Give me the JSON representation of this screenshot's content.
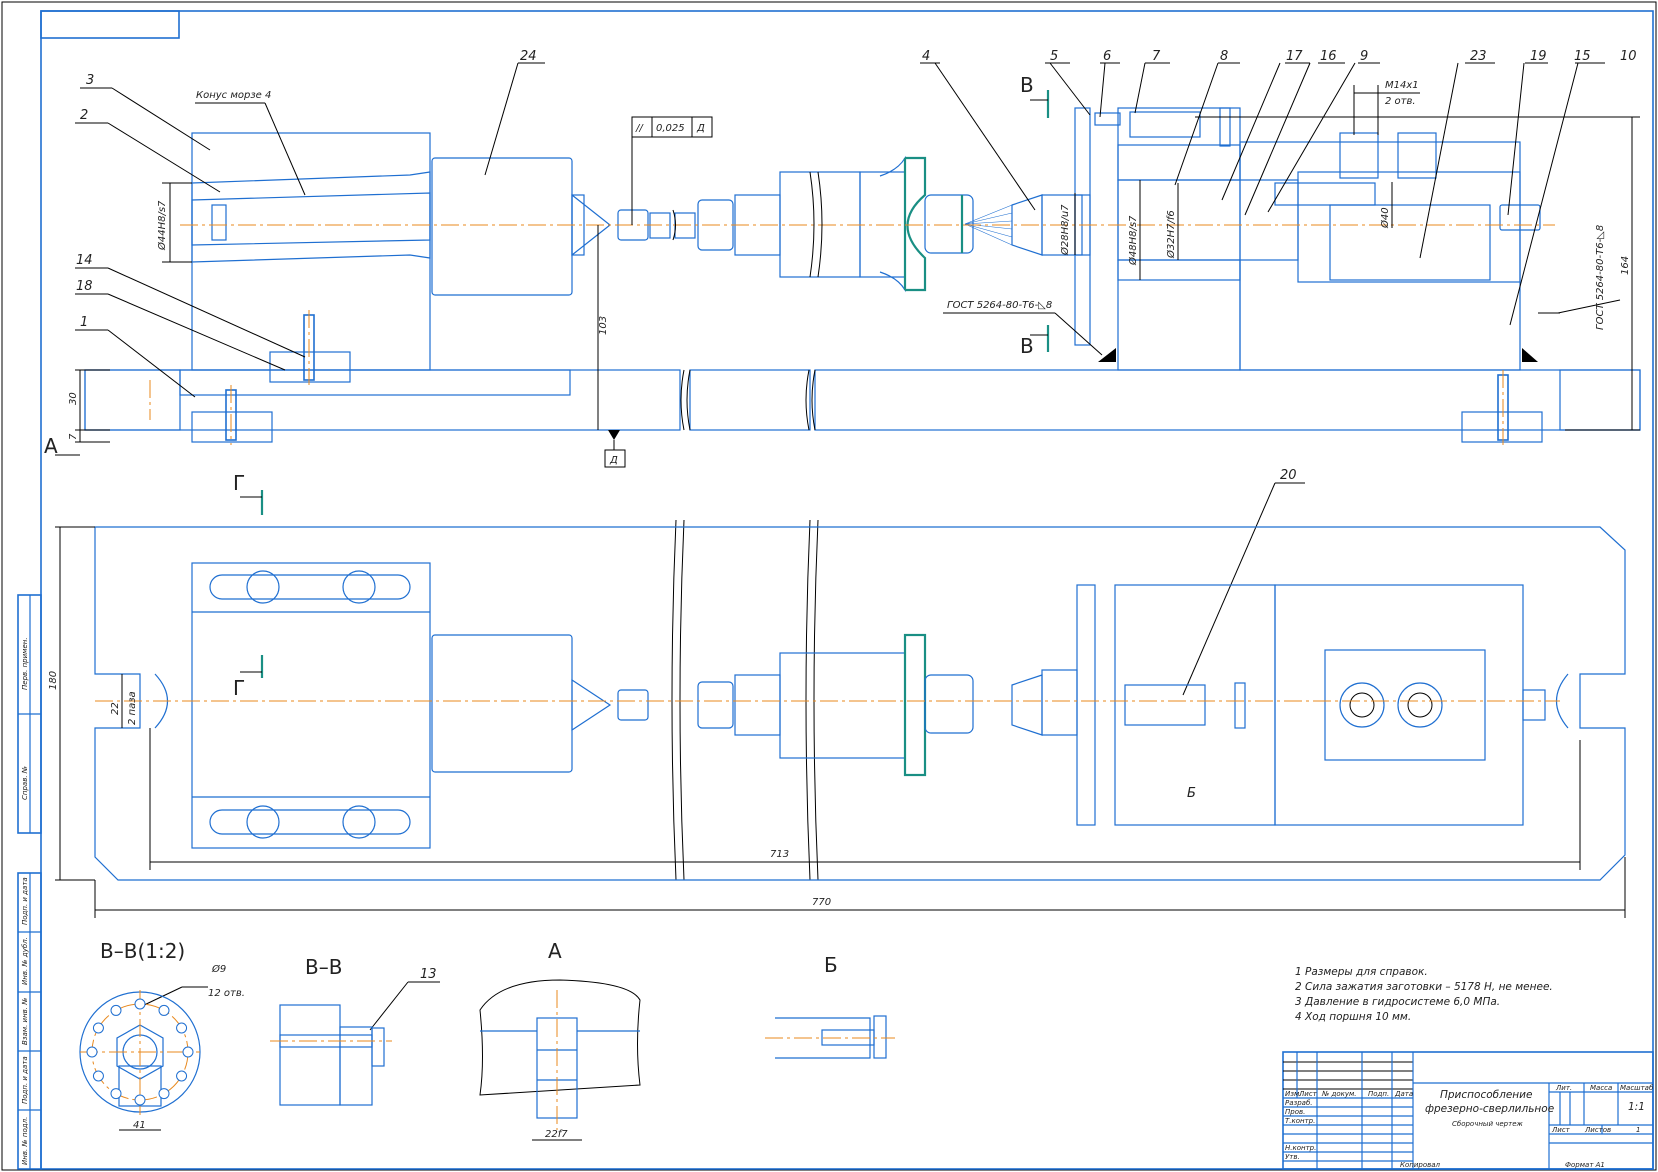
{
  "drawing": {
    "title_line1": "Приспособление",
    "title_line2": "фрезерно-сверлильное",
    "title_line3": "Сборочный чертеж",
    "format": "Формат  А1",
    "copied": "Копировал",
    "sheet_label": "Лист",
    "sheets_label": "Листов",
    "sheets_value": "1",
    "scale_label": "Масштаб",
    "scale_value": "1:1",
    "mass_label": "Масса",
    "lit_label": "Лит."
  },
  "title_block": {
    "headers": [
      "Изм.",
      "Лист",
      "№ докум.",
      "Подп.",
      "Дата"
    ],
    "rows": [
      "Разраб.",
      "Пров.",
      "Т.контр.",
      "",
      "Н.контр.",
      "Утв."
    ]
  },
  "side_stamp": [
    "Перв. примен.",
    "Справ. №",
    "Подп. и дата",
    "Инв. № дубл.",
    "Взам. инв. №",
    "Подп. и дата",
    "Инв. № подл."
  ],
  "notes": [
    "1  Размеры для справок.",
    "2  Сила зажатия заготовки – 5178 Н, не менее.",
    "3  Давление в гидросистеме 6,0 МПа.",
    "4  Ход поршня 10 мм."
  ],
  "part_labels": {
    "p1": "1",
    "p2": "2",
    "p3": "3",
    "p4": "4",
    "p5": "5",
    "p6": "6",
    "p7": "7",
    "p8": "8",
    "p9": "9",
    "p10": "10",
    "p13": "13",
    "p14": "14",
    "p15": "15",
    "p16": "16",
    "p17": "17",
    "p18": "18",
    "p19": "19",
    "p20": "20",
    "p23": "23",
    "p24": "24"
  },
  "annotations": {
    "morse": "Конус морзе 4",
    "fit_44": "Ø44H8/s7",
    "fit_28": "Ø28H8/u7",
    "fit_48": "Ø48H8/s7",
    "fit_32": "Ø32H7/f6",
    "d40": "Ø40",
    "thread": "M14x1",
    "thread_qty": "2 отв.",
    "weld_left": "ГОСТ 5264-80-Т6-◺8",
    "weld_right": "ГОСТ 5264-80-Т6-◺8",
    "tol_sym": "//",
    "tol_val": "0,025",
    "tol_datum": "Д",
    "datum": "Д",
    "dim_103": "103",
    "dim_30": "30",
    "dim_7": "7",
    "dim_164": "164",
    "dim_180": "180",
    "dim_22": "22",
    "dim_22_note": "2 паза",
    "dim_713": "713",
    "dim_770": "770",
    "dim_41": "41",
    "dim_22f7": "22f7",
    "hole_d9": "Ø9",
    "hole_qty": "12 отв."
  },
  "views": {
    "section_v_scaled": "В–В(1:2)",
    "section_v": "В–В",
    "view_a": "А",
    "view_b": "Б",
    "mark_v": "В",
    "mark_g": "Г",
    "mark_a": "А",
    "mark_b": "Б"
  },
  "colors": {
    "outline": "#1f6fd1",
    "centerline": "#e8891e",
    "tool": "#1a8f84"
  }
}
